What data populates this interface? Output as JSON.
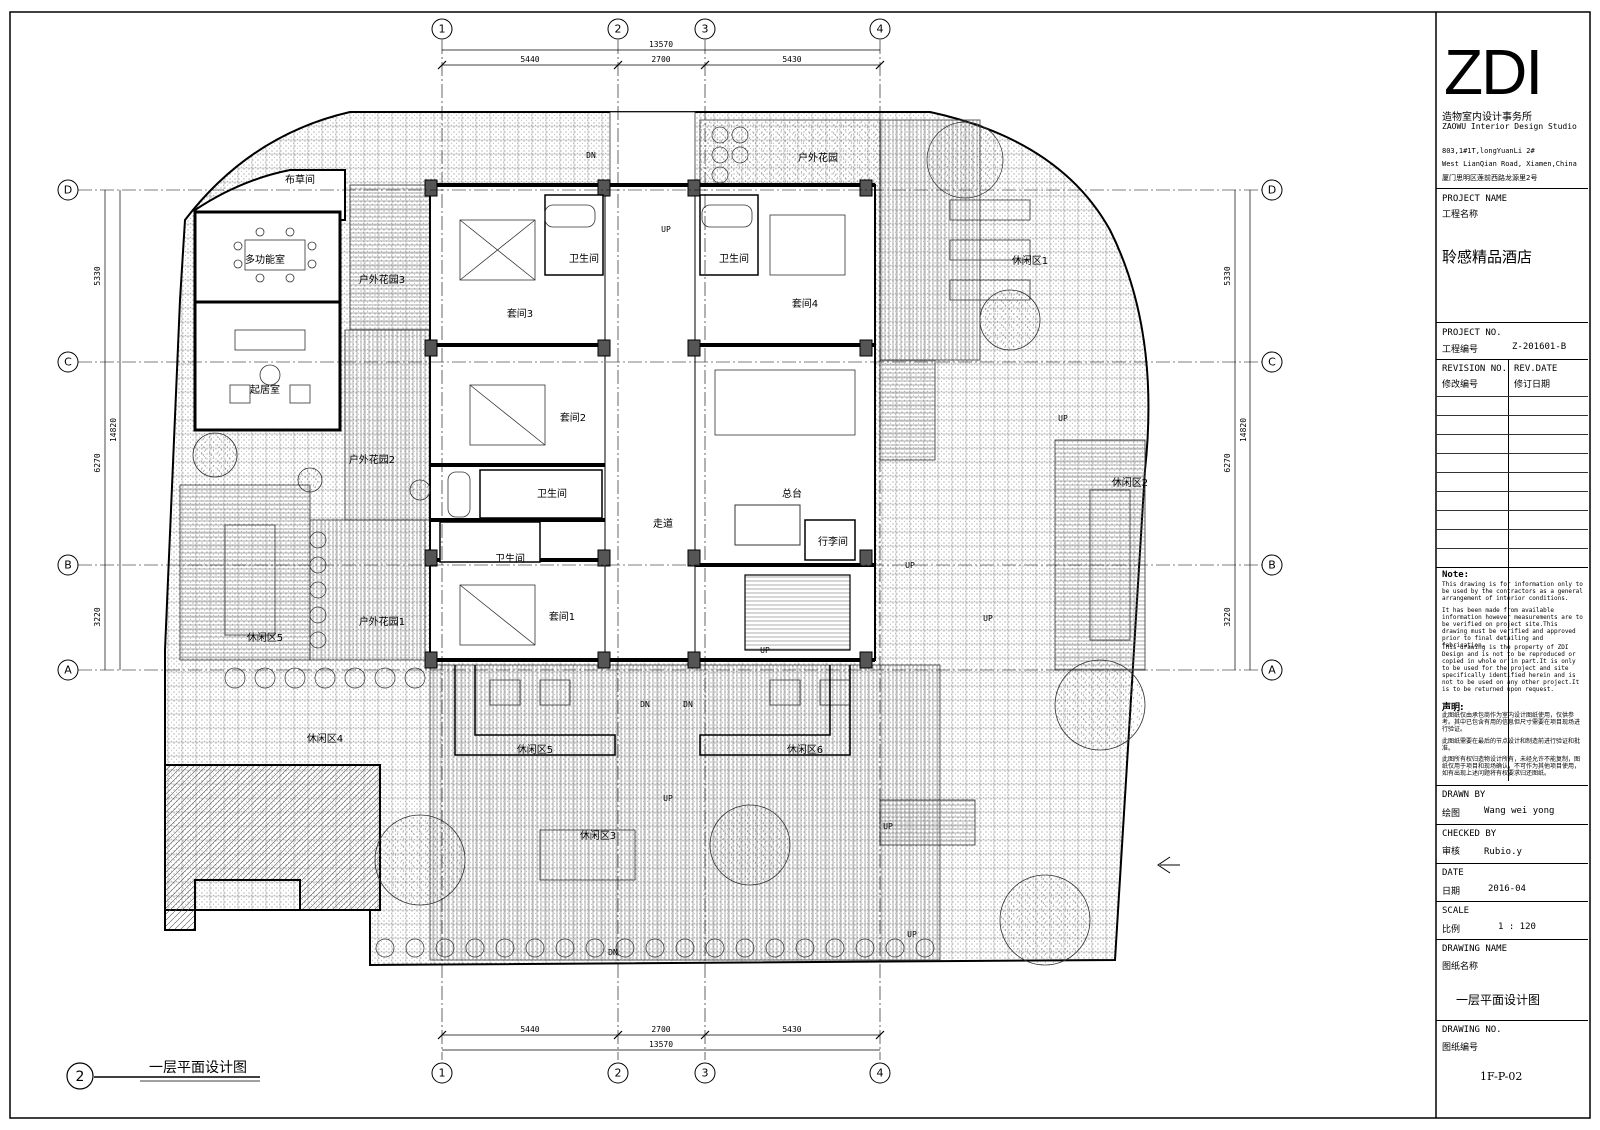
{
  "drawing_title": "一层平面设计图",
  "drawing_number_circle": "2",
  "grid": {
    "columns": [
      "1",
      "2",
      "3",
      "4"
    ],
    "rows": [
      "D",
      "C",
      "B",
      "A"
    ],
    "top_dims": {
      "overall": "13570",
      "segments": [
        "5440",
        "2700",
        "5430"
      ]
    },
    "bottom_dims": {
      "overall": "13570",
      "segments": [
        "5440",
        "2700",
        "5430"
      ]
    },
    "left_dims": {
      "overall": "14820",
      "segments": [
        "5330",
        "6270",
        "3220"
      ]
    },
    "right_dims": {
      "overall": "14820",
      "segments": [
        "5330",
        "6270",
        "3220"
      ]
    }
  },
  "rooms": {
    "bucao": "布草间",
    "duogongneng": "多功能室",
    "qiju": "起居室",
    "garden3": "户外花园3",
    "garden2": "户外花园2",
    "garden1": "户外花园1",
    "garden_top": "户外花园",
    "suite3": "套间3",
    "suite4": "套间4",
    "suite2": "套间2",
    "suite1": "套间1",
    "bath_a": "卫生间",
    "bath_b": "卫生间",
    "bath_c": "卫生间",
    "bath_d": "卫生间",
    "corridor": "走道",
    "reception": "总台",
    "luggage": "行李间",
    "leisure1": "休闲区1",
    "leisure2": "休闲区2",
    "leisure3": "休闲区3",
    "leisure4": "休闲区4",
    "leisure5a": "休闲区5",
    "leisure5b": "休闲区5",
    "leisure6": "休闲区6",
    "dn1": "DN",
    "dn2": "DN",
    "dn3": "DN",
    "dn4": "DN",
    "up1": "UP",
    "up2": "UP",
    "up3": "UP",
    "up4": "UP",
    "up5": "UP",
    "up6": "UP",
    "up7": "UP",
    "up8": "UP"
  },
  "title_block": {
    "logo": "ZDI",
    "studio_cn": "造物室内设计事务所",
    "studio_en": "ZAOWU Interior Design Studio",
    "address1": "803,1#1T,longYuanLi 2#",
    "address2": "West LianQian Road, Xiamen,China",
    "address3": "厦门思明区莲前西路龙源里2号",
    "project_name_en": "PROJECT NAME",
    "project_name_cn": "工程名称",
    "project_name": "聆感精品酒店",
    "project_no_en": "PROJECT NO.",
    "project_no_cn": "工程编号",
    "project_no": "Z-201601-B",
    "revision_no_en": "REVISION NO.",
    "revision_no_cn": "修改编号",
    "rev_date_en": "REV.DATE",
    "rev_date_cn": "修订日期",
    "note_title": "Note:",
    "note_en_1": "This drawing is for information only to be used by the contractors as a general arrangement of interior conditions.",
    "note_en_2": "It has been made from available information however measurements are to be verified on project site.This drawing must be verified and approved prior to final detailing and fabrication.",
    "note_en_3": "This drawing is the property of ZDI Design and is not to be reproduced or copied in whole or in part.It is only to be used for the project and site specifically identified herein and is not to be used on any other project.It is to be returned upon request.",
    "statement_title": "声明:",
    "statement_1": "此图纸仅由承包商作为室内设计图纸使用，仅供参考。其中已包含有用的信息但尺寸需要在项目现场进行验证。",
    "statement_2": "此图纸需要在最后的节点设计和制造前进行验证和批准。",
    "statement_3": "此图所有权归造物设计所有，未经允许不能复制，图纸仅用于项目和现场确认，不可作为其他项目使用，如有出现上述问题将有权要求归还图纸。",
    "drawn_by_en": "DRAWN BY",
    "drawn_by_cn": "绘图",
    "drawn_by": "Wang wei yong",
    "checked_by_en": "CHECKED BY",
    "checked_by_cn": "审核",
    "checked_by": "Rubio.y",
    "date_en": "DATE",
    "date_cn": "日期",
    "date": "2016-04",
    "scale_en": "SCALE",
    "scale_cn": "比例",
    "scale": "1 : 120",
    "drawing_name_en": "DRAWING NAME",
    "drawing_name_cn": "图纸名称",
    "drawing_name": "一层平面设计图",
    "drawing_no_en": "DRAWING NO.",
    "drawing_no_cn": "图纸编号",
    "drawing_no": "1F-P-02"
  }
}
